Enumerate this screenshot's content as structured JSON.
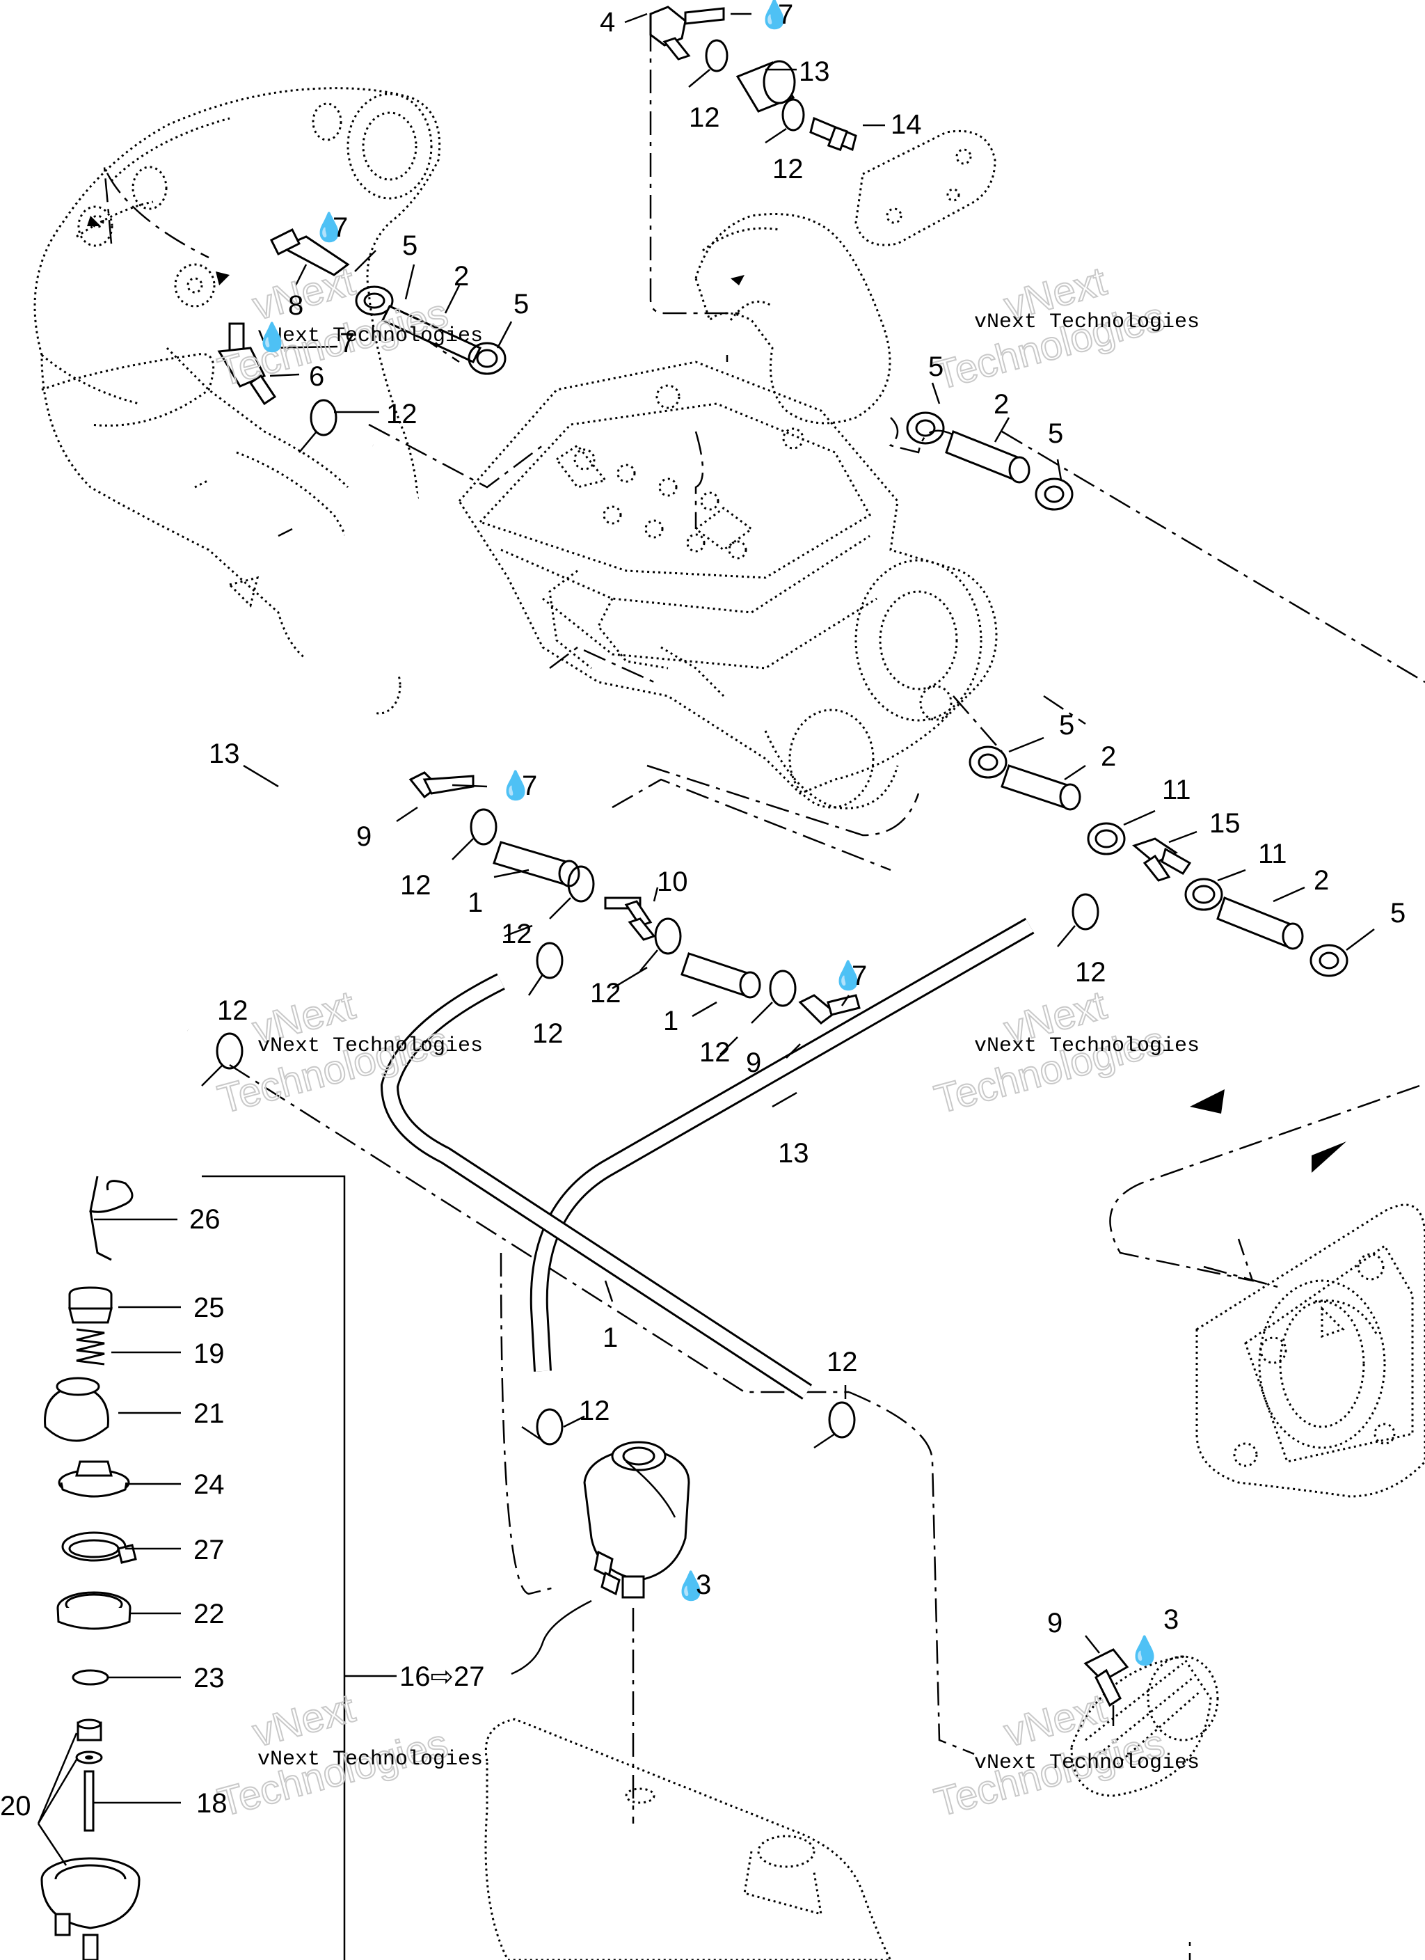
{
  "watermark": {
    "company": "vNext Technologies",
    "word1": "vNext",
    "word2": "Technologies"
  },
  "symbols": {
    "lubricant_glyph": "💧",
    "arrow_glyph": "⇨"
  },
  "callouts": {
    "c4": "4",
    "c7_top": "7",
    "c13_top": "13",
    "c12_top_a": "12",
    "c14": "14",
    "c12_top_b": "12",
    "c7_left": "7",
    "c5_left_a": "5",
    "c2_left": "2",
    "c5_left_b": "5",
    "c8": "8",
    "c7_left_b": "7",
    "c6": "6",
    "c12_left": "12",
    "c5_right_a": "5",
    "c2_right_a": "2",
    "c5_right_b": "5",
    "c13_mid": "13",
    "c7_mid": "7",
    "c9_mid": "9",
    "c12_mid_a": "12",
    "c1_mid_a": "1",
    "c10": "10",
    "c12_mid_b": "12",
    "c12_mid_c": "12",
    "c12_mid_d": "12",
    "c1_mid_b": "1",
    "c7_mid_b": "7",
    "c12_mid_e": "12",
    "c9_mid_b": "9",
    "c5_right_c": "5",
    "c2_right_b": "2",
    "c11_a": "11",
    "c15": "15",
    "c11_b": "11",
    "c2_right_c": "2",
    "c5_right_d": "5",
    "c12_right": "12",
    "c12_hose_left": "12",
    "c13_bottom": "13",
    "c1_bottom": "1",
    "c12_bottom_a": "12",
    "c12_bottom_b": "12",
    "c3_valve": "3",
    "c9_lower": "9",
    "c3_lower": "3",
    "c26": "26",
    "c25": "25",
    "c19": "19",
    "c21": "21",
    "c24": "24",
    "c27": "27",
    "c22": "22",
    "c23": "23",
    "c20": "20",
    "c18": "18",
    "c16_27": "16⇨27"
  }
}
